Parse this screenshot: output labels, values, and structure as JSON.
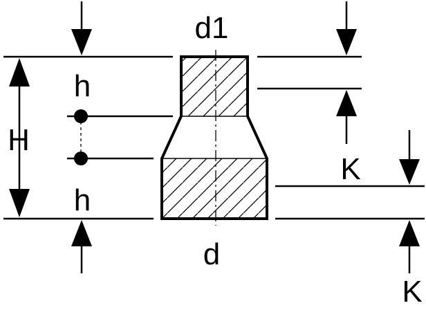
{
  "labels": {
    "d1": "d1",
    "d": "d",
    "h_top": "h",
    "h_bottom": "h",
    "H": "H",
    "K_upper": "K",
    "K_lower": "K"
  }
}
